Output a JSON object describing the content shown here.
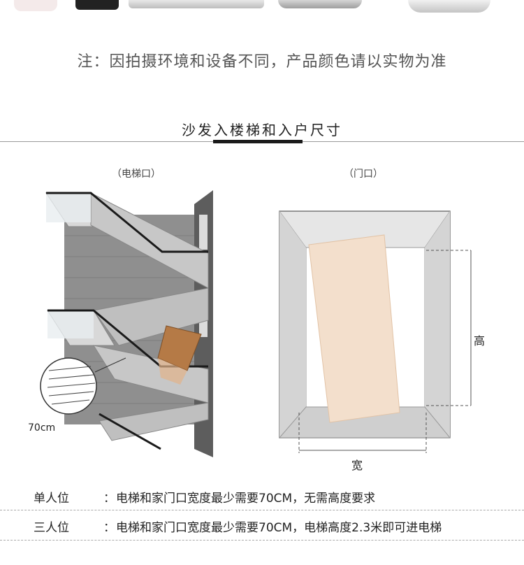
{
  "note": "注：因拍摄环境和设备不同，产品颜色请以实物为准",
  "section_title": "沙发入楼梯和入户尺寸",
  "captions": {
    "elevator": "（电梯口）",
    "door": "（门口）"
  },
  "stair_dimension": "70cm",
  "door_dimensions": {
    "height": "高",
    "width": "宽"
  },
  "specs": [
    {
      "label": "单人位",
      "colon": "：",
      "desc": "电梯和家门口宽度最少需要70CM，无需高度要求"
    },
    {
      "label": "三人位",
      "colon": "：",
      "desc": "电梯和家门口宽度最少需要70CM，电梯高度2.3米即可进电梯"
    }
  ],
  "colors": {
    "wall": "#8f8f8f",
    "stair": "#cfcfcf",
    "rail": "#1a1a1a",
    "sofa": "#b57a46",
    "panel": "#f3dfcc",
    "frame": "#e6e6e6"
  }
}
